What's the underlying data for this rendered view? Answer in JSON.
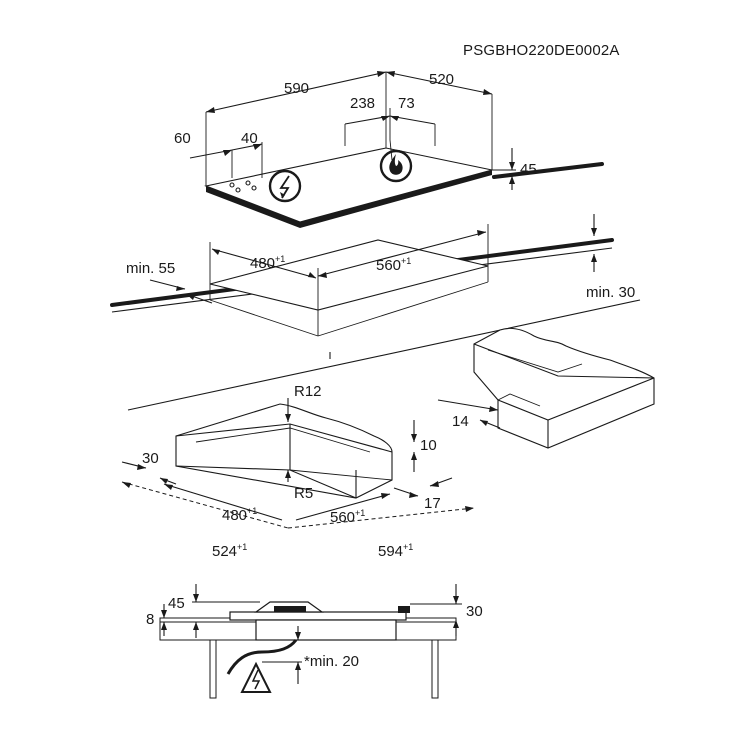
{
  "doc_code": "PSGBHO220DE0002A",
  "labels": {
    "w590": "590",
    "w520": "520",
    "w238": "238",
    "w73": "73",
    "w60": "60",
    "w40": "40",
    "h45": "45",
    "min55": "min. 55",
    "c480": "480",
    "c560": "560",
    "min30": "min. 30",
    "r12": "R12",
    "r5": "R5",
    "d30": "30",
    "d10": "10",
    "d14": "14",
    "d17": "17",
    "f480": "480",
    "f560": "560",
    "f524": "524",
    "f594": "594",
    "s8": "8",
    "s45": "45",
    "s30": "30",
    "smin20": "*min. 20"
  },
  "tolerance": "+1",
  "icons": {
    "electric": "electric-hazard-icon",
    "gas": "gas-flame-icon"
  }
}
